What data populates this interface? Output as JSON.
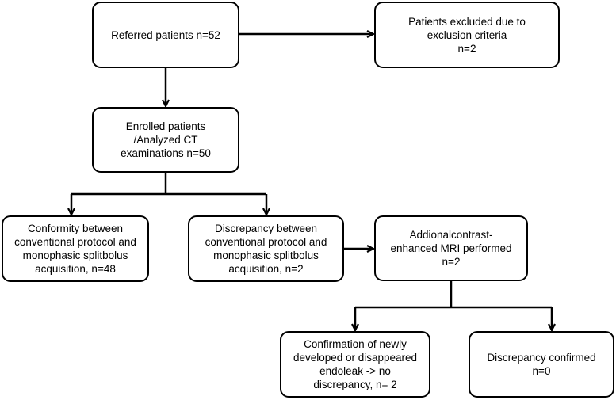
{
  "boxes": {
    "referred": {
      "lines": [
        "Referred patients n=52"
      ]
    },
    "excluded": {
      "lines": [
        "Patients excluded due to",
        "exclusion criteria",
        "n=2"
      ]
    },
    "enrolled": {
      "lines": [
        "Enrolled patients",
        "/Analyzed CT",
        "examinations n=50"
      ]
    },
    "conformity": {
      "lines": [
        "Conformity between",
        "conventional protocol and",
        "monophasic splitbolus",
        "acquisition, n=48"
      ]
    },
    "discrepancy": {
      "lines": [
        "Discrepancy between",
        "conventional protocol and",
        "monophasic splitbolus",
        "acquisition, n=2"
      ]
    },
    "mri": {
      "lines": [
        "Addionalcontrast-",
        "enhanced MRI performed",
        "n=2"
      ]
    },
    "confirmation": {
      "lines": [
        "Confirmation of newly",
        "developed or disappeared",
        "endoleak -> no",
        "discrepancy, n= 2"
      ]
    },
    "confirmed": {
      "lines": [
        "Discrepancy confirmed",
        "n=0"
      ]
    }
  }
}
